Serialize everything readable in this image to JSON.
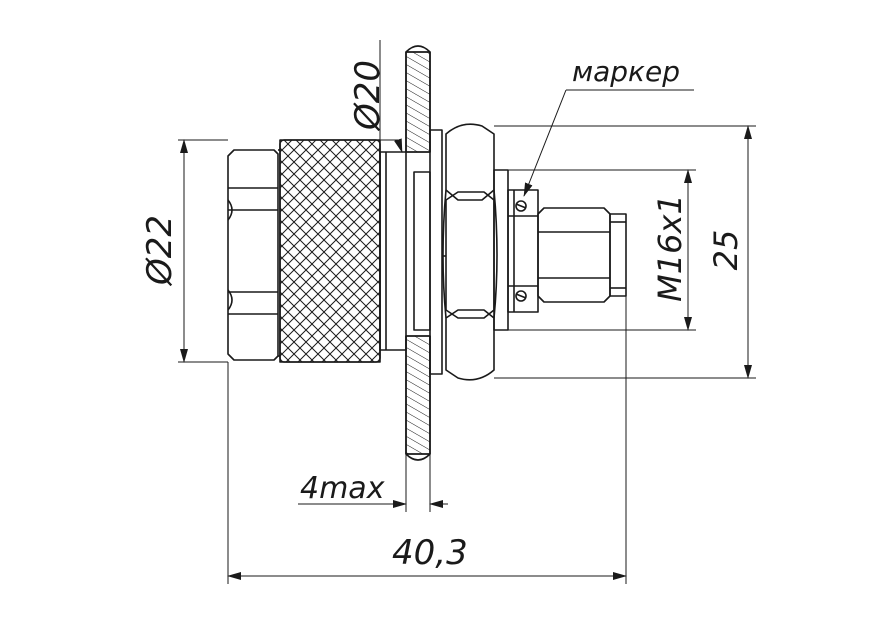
{
  "drawing": {
    "labels": {
      "marker": "маркер",
      "diameter_20": "Ø20",
      "diameter_22": "Ø22",
      "thread": "M16x1",
      "height_25": "25",
      "panel_thickness": "4max",
      "overall_length": "40,3"
    },
    "colors": {
      "line": "#1a1a1a",
      "background": "#ffffff"
    }
  }
}
